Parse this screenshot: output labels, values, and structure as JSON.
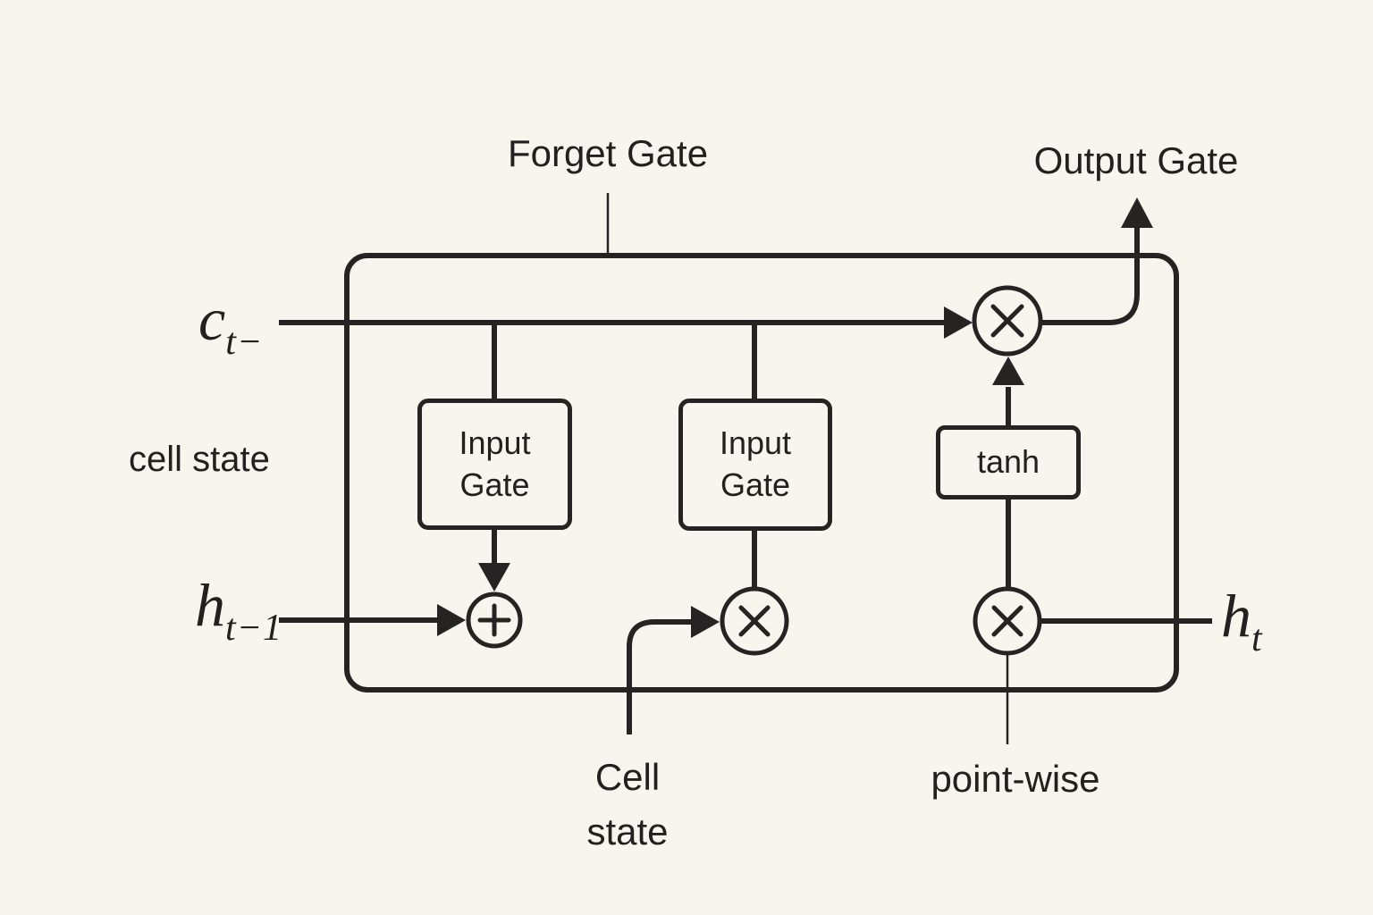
{
  "colors": {
    "background": "#F8F5EF",
    "line": "#262422",
    "text": "#22211F"
  },
  "labels": {
    "forget_gate": "Forget Gate",
    "output_gate": "Output Gate",
    "cell_state_left": "cell state",
    "cell_state_bottom": "Cell state",
    "point_wise": "point-wise"
  },
  "gates": {
    "input_gate_1": "Input Gate",
    "input_gate_2": "Input Gate",
    "tanh": "tanh"
  },
  "io": {
    "cell_state_in": {
      "base": "c",
      "sub": "t−"
    },
    "hidden_in": {
      "base": "h",
      "sub": "t−1"
    },
    "hidden_out": {
      "base": "h",
      "sub": "t"
    }
  },
  "operators": {
    "forget_multiply": "×",
    "add": "+",
    "input_multiply": "×",
    "output_multiply": "×"
  }
}
